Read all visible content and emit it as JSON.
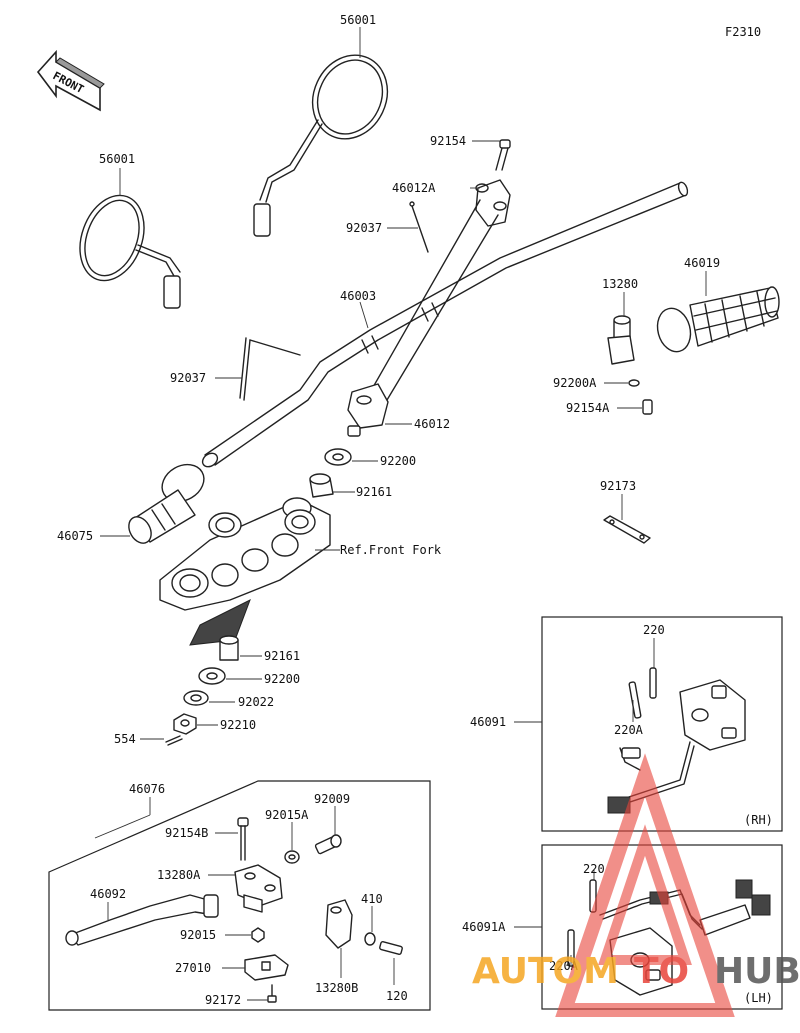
{
  "figure_code": "F2310",
  "front_label": "FRONT",
  "watermark": {
    "text_auto": "AUTOM",
    "text_mid": "TO",
    "text_hub": "HUB",
    "color_red": "#e8443a",
    "color_orange": "#f5a623",
    "color_dark": "#555555"
  },
  "callouts": {
    "c56001_top": "56001",
    "c56001_left": "56001",
    "c92154": "92154",
    "c46012A": "46012A",
    "c92037_top": "92037",
    "c46003": "46003",
    "c92037_left": "92037",
    "c46012": "46012",
    "c92200_top": "92200",
    "c92161_top": "92161",
    "c46075": "46075",
    "c_ref_fork": "Ref.Front Fork",
    "c92161_bot": "92161",
    "c92200_bot": "92200",
    "c92022": "92022",
    "c92210": "92210",
    "c554": "554",
    "c13280": "13280",
    "c46019": "46019",
    "c92200A": "92200A",
    "c92154A": "92154A",
    "c92173": "92173",
    "c46091": "46091",
    "c220_rh": "220",
    "c220A_rh": "220A",
    "c_rh": "(RH)",
    "c46091A": "46091A",
    "c220_lh": "220",
    "c220A_lh": "220A",
    "c_lh": "(LH)",
    "c46076": "46076",
    "c92009": "92009",
    "c92154B": "92154B",
    "c92015A": "92015A",
    "c13280A": "13280A",
    "c46092": "46092",
    "c410": "410",
    "c92015": "92015",
    "c27010": "27010",
    "c13280B": "13280B",
    "c120": "120",
    "c92172": "92172"
  }
}
